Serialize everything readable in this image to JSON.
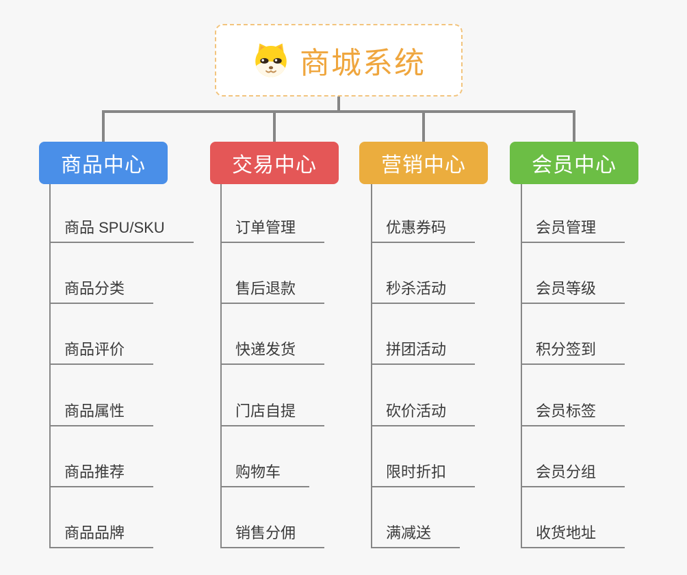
{
  "root": {
    "title": "商城系统",
    "icon": "shiba-dog-icon"
  },
  "branches": [
    {
      "id": "product-center",
      "label": "商品中心",
      "color": "#4A8FE8",
      "items": [
        "商品 SPU/SKU",
        "商品分类",
        "商品评价",
        "商品属性",
        "商品推荐",
        "商品品牌"
      ]
    },
    {
      "id": "trade-center",
      "label": "交易中心",
      "color": "#E45757",
      "items": [
        "订单管理",
        "售后退款",
        "快递发货",
        "门店自提",
        "购物车",
        "销售分佣"
      ]
    },
    {
      "id": "marketing-center",
      "label": "营销中心",
      "color": "#EBAD3E",
      "items": [
        "优惠券码",
        "秒杀活动",
        "拼团活动",
        "砍价活动",
        "限时折扣",
        "满减送"
      ]
    },
    {
      "id": "member-center",
      "label": "会员中心",
      "color": "#6CBE45",
      "items": [
        "会员管理",
        "会员等级",
        "积分签到",
        "会员标签",
        "会员分组",
        "收货地址"
      ]
    }
  ],
  "colors": {
    "background": "#F7F7F7",
    "connector": "#868686",
    "root_border": "#F2C47D",
    "root_text": "#EFA63E",
    "item_text": "#3A3A3A"
  }
}
